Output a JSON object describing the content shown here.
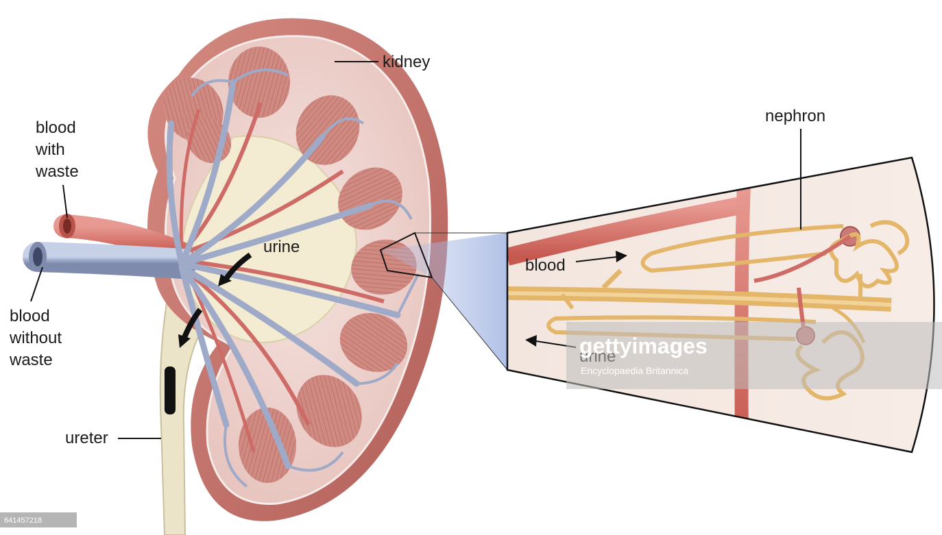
{
  "labels": {
    "kidney": "kidney",
    "blood_with_waste": [
      "blood",
      "with",
      "waste"
    ],
    "blood_without_waste": [
      "blood",
      "without",
      "waste"
    ],
    "urine": "urine",
    "ureter": "ureter",
    "nephron": "nephron",
    "inset_blood": "blood",
    "inset_urine": "urine"
  },
  "watermark": {
    "brand": "gettyimages",
    "credit": "Encyclopaedia Britannica",
    "image_id": "641457218"
  },
  "colors": {
    "kidney_capsule": "#c7736a",
    "kidney_cortex": "#ecd2cc",
    "pyramid": "#c98078",
    "pelvis": "#f3ecd2",
    "vein_blue": "#9eaac8",
    "artery_red": "#cf6b66",
    "nephron_tubule": "#e3b66a",
    "ureter": "#ece4c8"
  }
}
